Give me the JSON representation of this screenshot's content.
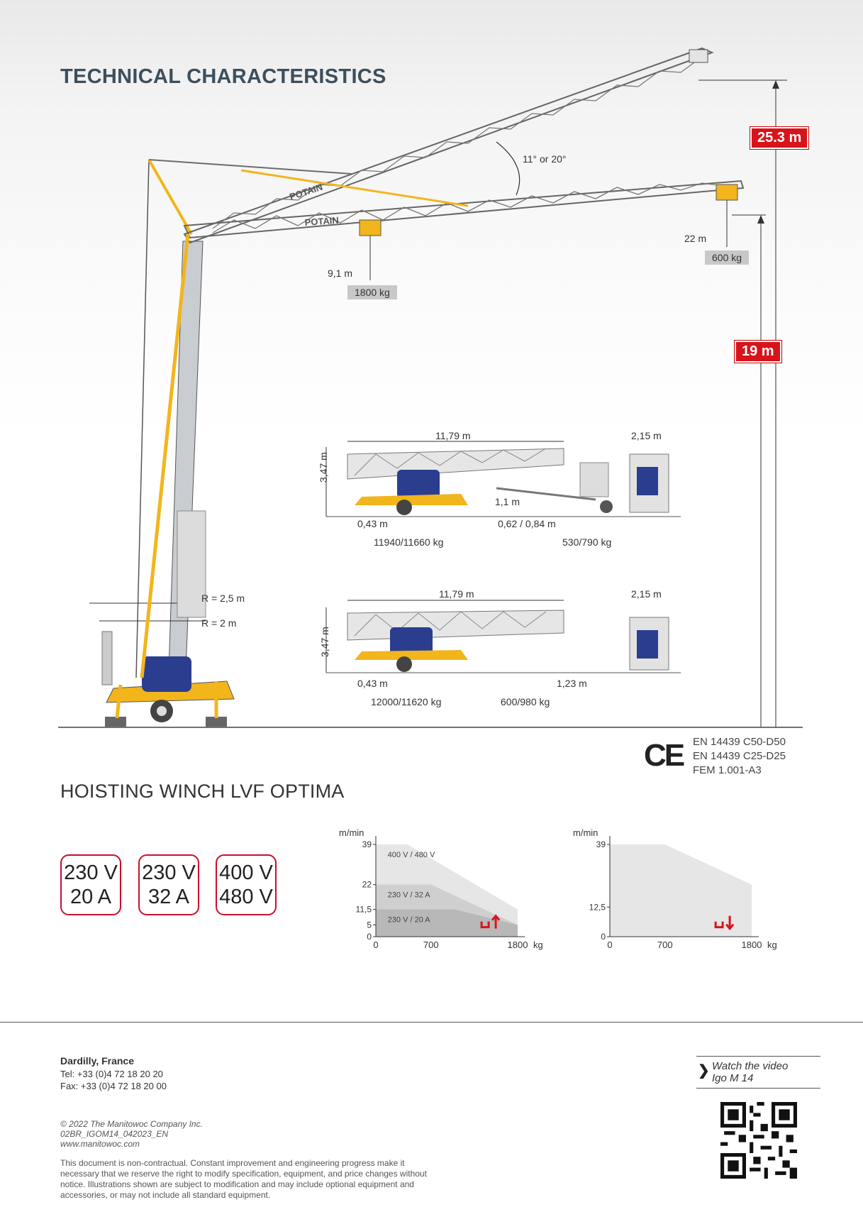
{
  "titles": {
    "technical": "TECHNICAL CHARACTERISTICS",
    "winch": "HOISTING WINCH LVF OPTIMA"
  },
  "crane": {
    "height_top": "25.3 m",
    "height_hook": "19 m",
    "angle": "11° or 20°",
    "load_near_radius": "9,1 m",
    "load_near": "1800 kg",
    "load_far_radius": "22 m",
    "load_far": "600 kg",
    "boom_text": "POTAIN",
    "radius_1": "R = 2,5 m",
    "radius_2": "R = 2 m"
  },
  "transport_1": {
    "length": "11,79 m",
    "height": "3,47 m",
    "width": "2,15 m",
    "front_offset": "0,43 m",
    "axle_load": "11940/11660 kg",
    "drawbar_len": "1,1 m",
    "drawbar_offset": "0,62 / 0,84 m",
    "drawbar_load": "530/790 kg"
  },
  "transport_2": {
    "length": "11,79 m",
    "height": "3,47 m",
    "width": "2,15 m",
    "front_offset": "0,43 m",
    "axle_load": "12000/11620 kg",
    "rear_load": "600/980 kg",
    "rear_offset": "1,23 m"
  },
  "certifications": [
    "EN 14439 C50-D50",
    "EN 14439 C25-D25",
    "FEM 1.001-A3"
  ],
  "ce_mark": "CE",
  "voltages": [
    {
      "line1": "230 V",
      "line2": "20 A"
    },
    {
      "line1": "230 V",
      "line2": "32 A"
    },
    {
      "line1": "400 V",
      "line2": "480 V"
    }
  ],
  "chart_data": [
    {
      "type": "area",
      "direction": "hoisting",
      "ylabel": "m/min",
      "xlabel": "kg",
      "x_ticks": [
        "0",
        "700",
        "1800"
      ],
      "y_ticks": [
        "0",
        "5",
        "11,5",
        "22",
        "39"
      ],
      "series": [
        {
          "name": "400 V / 480 V",
          "points": [
            [
              0,
              39
            ],
            [
              400,
              39
            ],
            [
              1800,
              11.5
            ],
            [
              1800,
              0
            ]
          ]
        },
        {
          "name": "230 V / 32 A",
          "points": [
            [
              0,
              22
            ],
            [
              700,
              22
            ],
            [
              1800,
              5
            ],
            [
              1800,
              0
            ]
          ]
        },
        {
          "name": "230 V / 20 A",
          "points": [
            [
              0,
              11.5
            ],
            [
              1000,
              11.5
            ],
            [
              1800,
              5
            ],
            [
              1800,
              0
            ]
          ]
        }
      ],
      "xlim": [
        0,
        1800
      ],
      "ylim": [
        0,
        39
      ]
    },
    {
      "type": "area",
      "direction": "lowering",
      "ylabel": "m/min",
      "xlabel": "kg",
      "x_ticks": [
        "0",
        "700",
        "1800"
      ],
      "y_ticks": [
        "0",
        "12,5",
        "39"
      ],
      "series": [
        {
          "points": [
            [
              0,
              39
            ],
            [
              700,
              39
            ],
            [
              1800,
              22
            ],
            [
              1800,
              0
            ]
          ]
        }
      ],
      "xlim": [
        0,
        1800
      ],
      "ylim": [
        0,
        39
      ]
    }
  ],
  "footer": {
    "city": "Dardilly, France",
    "tel": "Tel: +33 (0)4 72 18 20 20",
    "fax": "Fax: +33 (0)4 72 18 20 00",
    "copyright": "© 2022 The Manitowoc Company Inc.",
    "doc_ref": "02BR_IGOM14_042023_EN",
    "website": "www.manitowoc.com",
    "disclaimer": "This document is non-contractual. Constant improvement and engineering progress make it necessary that we reserve the right to modify specification, equipment, and price changes without notice. Illustrations shown are subject to modification and may include optional equipment and accessories, or may not include all standard equipment.",
    "video_line1": "Watch the video",
    "video_line2": "Igo M 14"
  },
  "colors": {
    "red": "#d7141a",
    "crane_yellow": "#f2b51c",
    "crane_blue": "#2b3d8f",
    "title_blue": "#3d4f5c"
  }
}
